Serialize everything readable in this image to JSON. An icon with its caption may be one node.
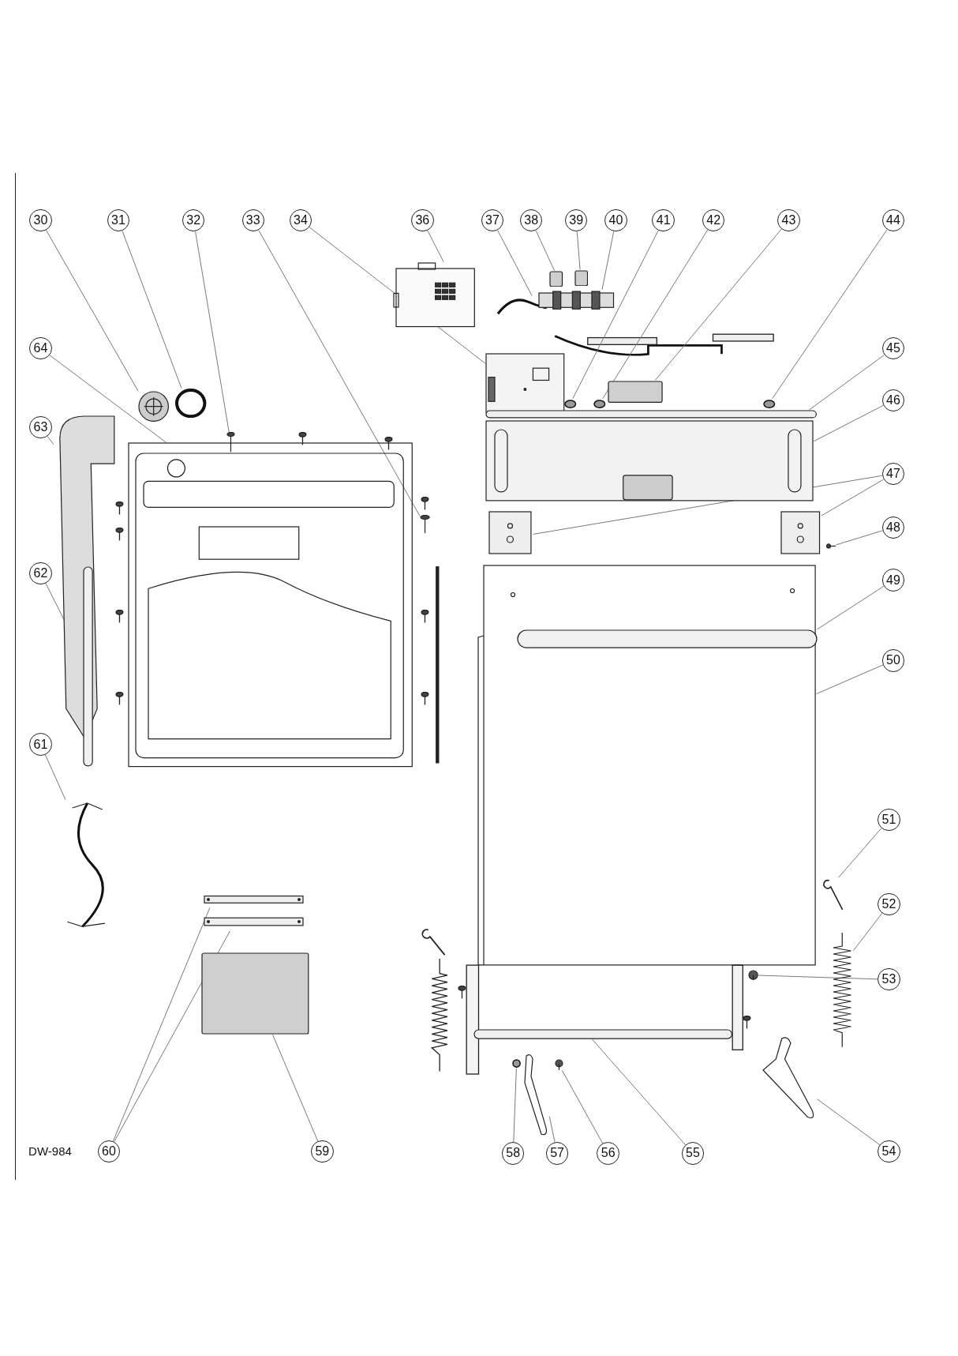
{
  "diagram": {
    "nodes": [
      {
        "text": [
          "30"
        ]
      },
      {
        "text": [
          "31"
        ]
      },
      {
        "text": [
          "32"
        ]
      },
      {
        "text": [
          "33"
        ]
      },
      {
        "text": [
          "34"
        ]
      },
      {
        "text": [
          "36"
        ]
      },
      {
        "text": [
          "37"
        ]
      },
      {
        "text": [
          "38"
        ]
      },
      {
        "text": [
          "39"
        ]
      },
      {
        "text": [
          "40"
        ]
      },
      {
        "text": [
          "41"
        ]
      },
      {
        "text": [
          "42"
        ]
      },
      {
        "text": [
          "43"
        ]
      },
      {
        "text": [
          "44"
        ]
      },
      {
        "text": [
          "64"
        ]
      },
      {
        "text": [
          "45"
        ]
      },
      {
        "text": [
          "63"
        ]
      },
      {
        "text": [
          "46"
        ]
      },
      {
        "text": [
          "47"
        ]
      },
      {
        "text": [
          "48"
        ]
      },
      {
        "text": [
          "62"
        ]
      },
      {
        "text": [
          "49"
        ]
      },
      {
        "text": [
          "50"
        ]
      },
      {
        "text": [
          "61"
        ]
      },
      {
        "text": [
          "51"
        ]
      },
      {
        "text": [
          "52"
        ]
      },
      {
        "text": [
          "53"
        ]
      },
      {
        "text": [
          "60"
        ]
      },
      {
        "text": [
          "59"
        ]
      },
      {
        "text": [
          "58"
        ]
      },
      {
        "text": [
          "57"
        ]
      },
      {
        "text": [
          "56"
        ]
      },
      {
        "text": [
          "55"
        ]
      },
      {
        "text": [
          "54"
        ]
      },
      {
        "text": [],
        "shape": "picture"
      },
      {
        "text": [],
        "shape": "circle"
      },
      {
        "text": [],
        "shape": "picture"
      },
      {
        "text": [],
        "shape": "picture"
      },
      {
        "text": [],
        "shape": "picture"
      },
      {
        "text": [],
        "shape": "picture"
      },
      {
        "text": [],
        "shape": "picture"
      },
      {
        "text": [],
        "shape": "box"
      },
      {
        "text": [],
        "shape": "box"
      },
      {
        "text": [],
        "shape": "picture"
      },
      {
        "text": [],
        "shape": "circle"
      },
      {
        "text": [],
        "shape": "circle"
      },
      {
        "text": [],
        "shape": "box"
      },
      {
        "text": [],
        "shape": "circle"
      },
      {
        "text": [],
        "shape": "picture"
      },
      {
        "text": [],
        "shape": "bar"
      },
      {
        "text": [],
        "shape": "picture"
      },
      {
        "text": [],
        "shape": "picture"
      },
      {
        "text": [],
        "shape": "picture"
      },
      {
        "text": [],
        "shape": "picture"
      },
      {
        "text": [],
        "shape": "picture"
      },
      {
        "text": [],
        "shape": "bar"
      },
      {
        "text": [],
        "shape": "bar",
        "in": 57
      },
      {
        "text": [],
        "shape": "picture"
      },
      {
        "text": [],
        "shape": "picture"
      },
      {
        "text": [],
        "shape": "picture"
      },
      {
        "text": [],
        "shape": "picture"
      },
      {
        "text": [],
        "shape": "picture"
      },
      {
        "text": [],
        "shape": "picture"
      },
      {
        "text": [],
        "shape": "picture"
      },
      {
        "text": [],
        "shape": "box"
      },
      {
        "text": [],
        "shape": "circle"
      },
      {
        "text": [],
        "shape": "picture"
      },
      {
        "text": [],
        "shape": "picture"
      },
      {
        "text": [],
        "shape": "bar"
      },
      {
        "text": [],
        "shape": "picture"
      }
    ],
    "edges": [
      {
        "from": 0,
        "to": 34,
        "arrow": "none"
      },
      {
        "from": 1,
        "to": 35,
        "arrow": "none"
      },
      {
        "from": 2,
        "to": 36,
        "arrow": "none"
      },
      {
        "from": 3,
        "to": 37,
        "arrow": "none"
      },
      {
        "from": 4,
        "to": 38,
        "arrow": "none"
      },
      {
        "from": 5,
        "to": 39,
        "arrow": "none"
      },
      {
        "from": 6,
        "to": 40,
        "arrow": "none"
      },
      {
        "from": 7,
        "to": 41,
        "arrow": "none"
      },
      {
        "from": 8,
        "to": 42,
        "arrow": "none"
      },
      {
        "from": 9,
        "to": 43,
        "arrow": "none"
      },
      {
        "from": 10,
        "to": 44,
        "arrow": "none"
      },
      {
        "from": 11,
        "to": 45,
        "arrow": "none"
      },
      {
        "from": 12,
        "to": 46,
        "arrow": "none"
      },
      {
        "from": 13,
        "to": 47,
        "arrow": "none"
      },
      {
        "from": 14,
        "to": 48,
        "arrow": "none"
      },
      {
        "from": 15,
        "to": 49,
        "arrow": "none"
      },
      {
        "from": 16,
        "to": 50,
        "arrow": "none"
      },
      {
        "from": 17,
        "to": 51,
        "arrow": "none"
      },
      {
        "from": 18,
        "to": 52,
        "arrow": "none"
      },
      {
        "from": 18,
        "to": 53,
        "arrow": "none"
      },
      {
        "from": 19,
        "to": 54,
        "arrow": "none"
      },
      {
        "from": 20,
        "to": 55,
        "arrow": "none"
      },
      {
        "from": 21,
        "to": 56,
        "arrow": "none"
      },
      {
        "from": 22,
        "to": 57,
        "arrow": "none"
      },
      {
        "from": 23,
        "to": 58,
        "arrow": "none"
      },
      {
        "from": 24,
        "to": 59,
        "arrow": "none"
      },
      {
        "from": 25,
        "to": 60,
        "arrow": "none"
      },
      {
        "from": 26,
        "to": 61,
        "arrow": "none"
      },
      {
        "from": 27,
        "to": 62,
        "arrow": "none"
      },
      {
        "from": 27,
        "to": 63,
        "arrow": "none"
      },
      {
        "from": 28,
        "to": 64,
        "arrow": "none"
      },
      {
        "from": 29,
        "to": 65,
        "arrow": "none"
      },
      {
        "from": 30,
        "to": 66,
        "arrow": "none"
      },
      {
        "from": 31,
        "to": 67,
        "arrow": "none"
      },
      {
        "from": 32,
        "to": 68,
        "arrow": "none"
      },
      {
        "from": 33,
        "to": 69,
        "arrow": "none"
      }
    ],
    "labels": [
      "DW-984"
    ]
  }
}
